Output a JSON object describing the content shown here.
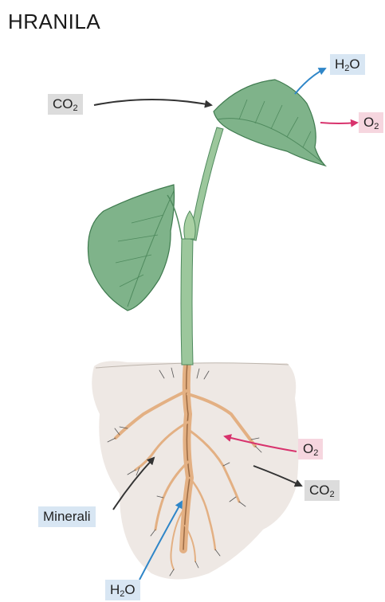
{
  "title": "HRANILA",
  "labels": {
    "co2_air": {
      "base": "CO",
      "sub": "2"
    },
    "h2o_leaf": {
      "base": "H",
      "sub": "2",
      "tail": "O"
    },
    "o2_leaf": {
      "base": "O",
      "sub": "2"
    },
    "o2_soil": {
      "base": "O",
      "sub": "2"
    },
    "co2_soil": {
      "base": "CO",
      "sub": "2"
    },
    "minerali": "Minerali",
    "h2o_root": {
      "base": "H",
      "sub": "2",
      "tail": "O"
    }
  },
  "colors": {
    "leaf": "#7fb38a",
    "leaf_dark": "#4f8a5e",
    "stem": "#9cc79c",
    "root": "#e3b083",
    "soil": "#ece6e1",
    "arrow_gray": "#333333",
    "arrow_blue": "#2f86c8",
    "arrow_pink": "#d8336d"
  }
}
